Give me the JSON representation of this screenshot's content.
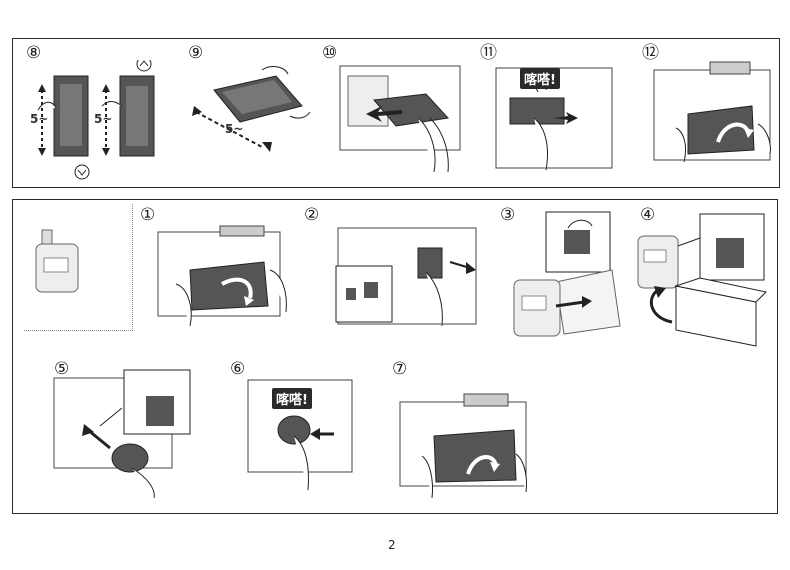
{
  "top_panel": {
    "steps": [
      {
        "number": "⑧",
        "repeat_label_left": "5~",
        "repeat_label_right": "5~"
      },
      {
        "number": "⑨",
        "repeat_label": "5~"
      },
      {
        "number": "⑩"
      },
      {
        "number": "⑪",
        "click_label": "喀嗒!"
      },
      {
        "number": "⑫"
      }
    ]
  },
  "bottom_panel": {
    "steps": [
      {
        "number": "①"
      },
      {
        "number": "②"
      },
      {
        "number": "③"
      },
      {
        "number": "④"
      },
      {
        "number": "⑤"
      },
      {
        "number": "⑥",
        "click_label": "喀嗒!"
      },
      {
        "number": "⑦"
      }
    ]
  },
  "page_number": "2"
}
